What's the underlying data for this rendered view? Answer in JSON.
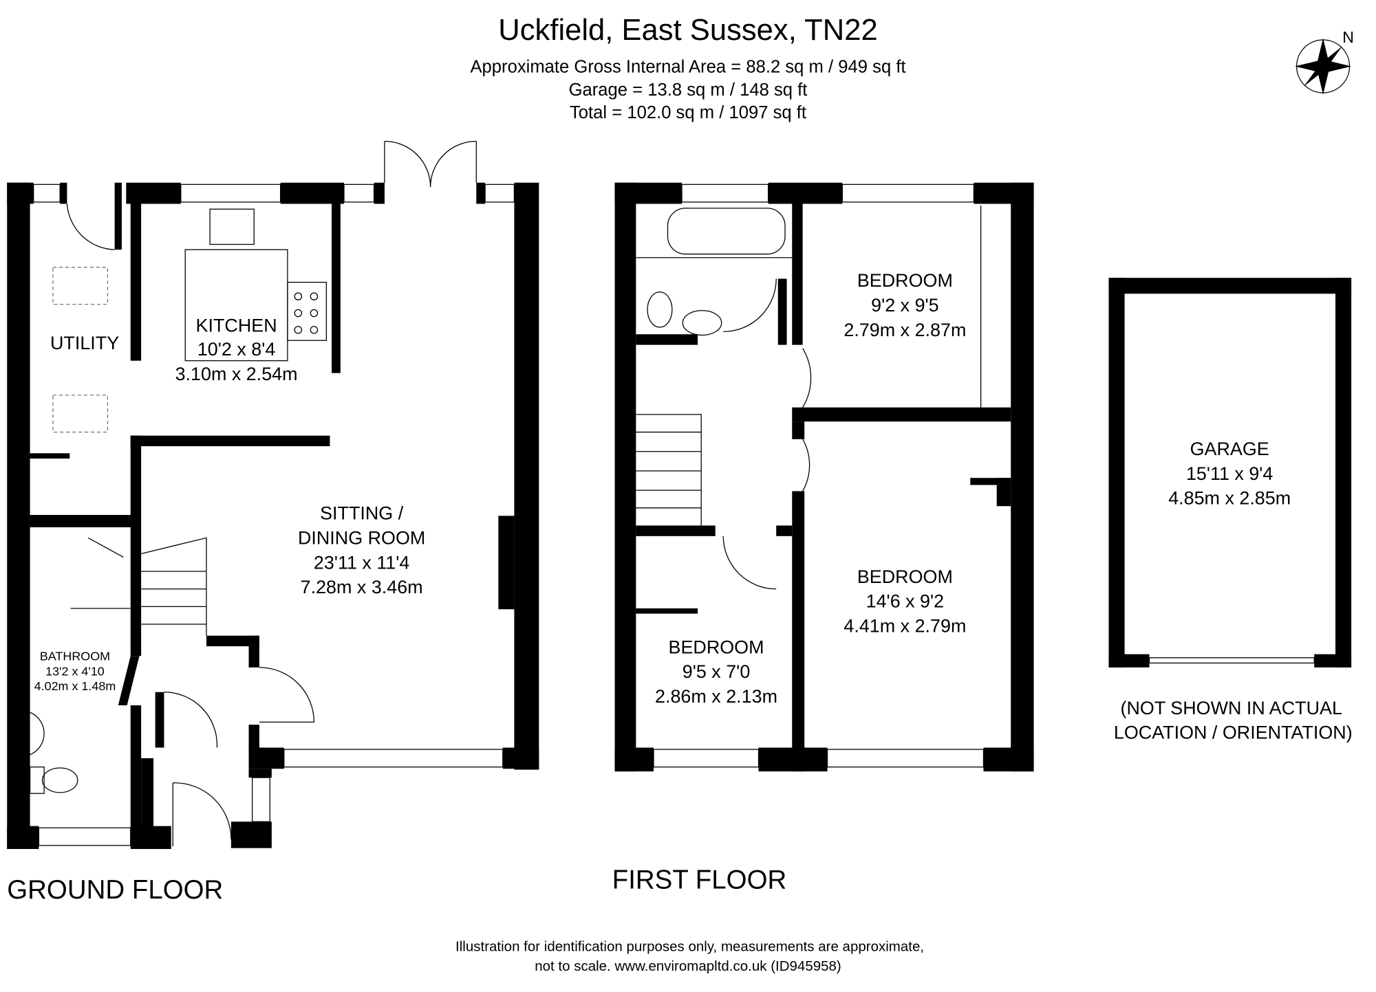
{
  "header": {
    "title": "Uckfield, East Sussex, TN22",
    "gross_area": "Approximate Gross Internal Area = 88.2 sq m / 949 sq ft",
    "garage_area": "Garage = 13.8 sq m / 148 sq ft",
    "total_area": "Total = 102.0 sq m / 1097 sq ft"
  },
  "compass": {
    "label": "N"
  },
  "ground_floor": {
    "label": "GROUND FLOOR",
    "rooms": {
      "utility": {
        "name": "UTILITY"
      },
      "kitchen": {
        "name": "KITCHEN",
        "imperial": "10'2 x 8'4",
        "metric": "3.10m x 2.54m"
      },
      "sitting": {
        "name1": "SITTING /",
        "name2": "DINING ROOM",
        "imperial": "23'11 x 11'4",
        "metric": "7.28m x 3.46m"
      },
      "bathroom": {
        "name": "BATHROOM",
        "imperial": "13'2 x 4'10",
        "metric": "4.02m x 1.48m"
      }
    }
  },
  "first_floor": {
    "label": "FIRST FLOOR",
    "rooms": {
      "bedroom1": {
        "name": "BEDROOM",
        "imperial": "9'2 x 9'5",
        "metric": "2.79m x 2.87m"
      },
      "bedroom2": {
        "name": "BEDROOM",
        "imperial": "14'6 x 9'2",
        "metric": "4.41m x 2.79m"
      },
      "bedroom3": {
        "name": "BEDROOM",
        "imperial": "9'5 x 7'0",
        "metric": "2.86m x 2.13m"
      }
    }
  },
  "garage": {
    "name": "GARAGE",
    "imperial": "15'11 x 9'4",
    "metric": "4.85m x 2.85m",
    "note1": "(NOT SHOWN IN ACTUAL",
    "note2": "LOCATION / ORIENTATION)"
  },
  "footer": {
    "line1": "Illustration for identification purposes only, measurements are approximate,",
    "line2": "not to scale. www.enviromapltd.co.uk (ID945958)"
  }
}
